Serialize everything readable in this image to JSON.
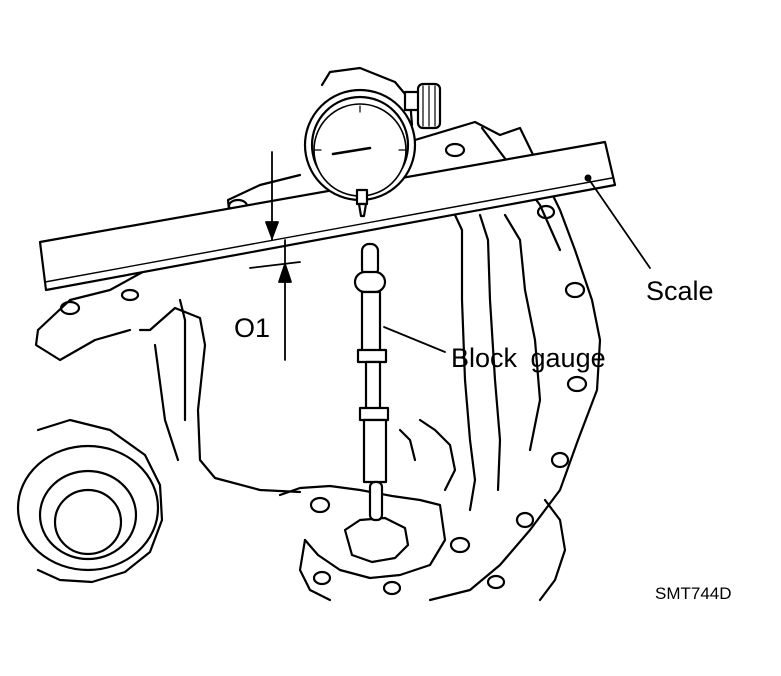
{
  "labels": {
    "scale": "Scale",
    "block_gauge": "Block  gauge",
    "dimension": "O1",
    "figure_code": "SMT744D"
  },
  "colors": {
    "ink": "#000000",
    "paper": "#ffffff"
  }
}
